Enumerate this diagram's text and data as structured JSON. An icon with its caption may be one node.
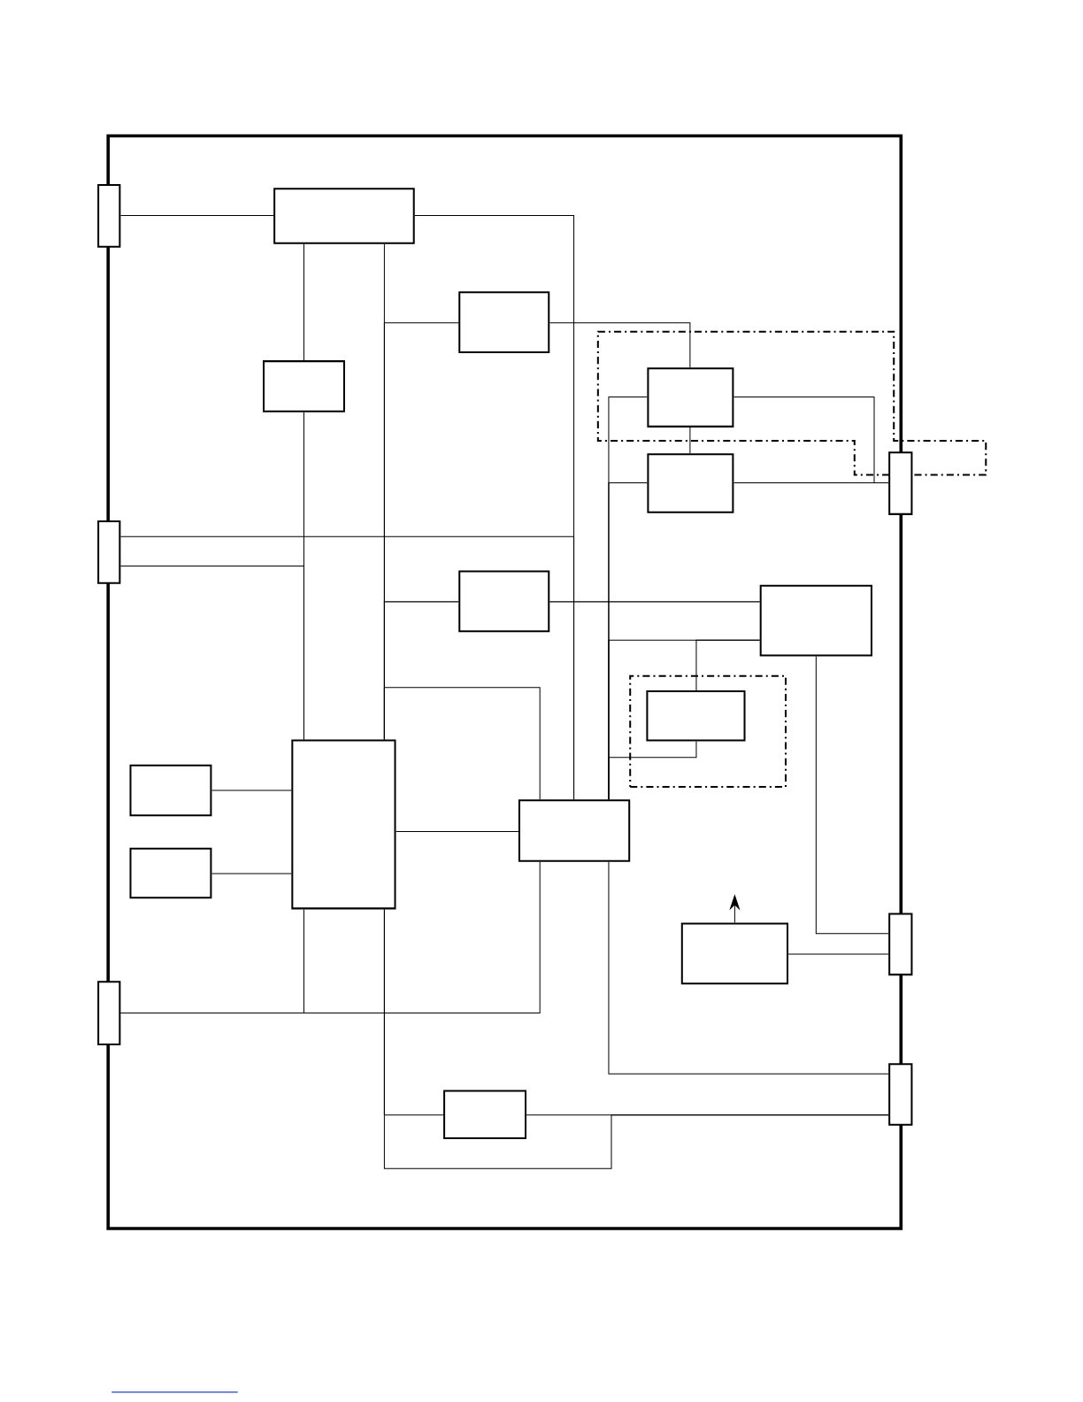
{
  "diagram": {
    "nodes": [
      {
        "text": [],
        "shape": "box"
      },
      {
        "text": [],
        "shape": "box"
      },
      {
        "text": [],
        "shape": "box"
      },
      {
        "text": [],
        "shape": "box"
      },
      {
        "text": [],
        "shape": "box"
      },
      {
        "text": [],
        "shape": "box"
      },
      {
        "text": [],
        "shape": "polygon"
      },
      {
        "text": [],
        "shape": "box",
        "in": 6
      },
      {
        "text": [],
        "shape": "box"
      },
      {
        "text": [],
        "shape": "box"
      },
      {
        "text": [],
        "shape": "box"
      },
      {
        "text": [],
        "shape": "box"
      },
      {
        "text": [],
        "shape": "box"
      },
      {
        "text": [],
        "shape": "box",
        "in": 12
      },
      {
        "text": [],
        "shape": "box"
      },
      {
        "text": [],
        "shape": "box"
      },
      {
        "text": [],
        "shape": "box"
      },
      {
        "text": [],
        "shape": "box"
      },
      {
        "text": [],
        "shape": "box"
      },
      {
        "text": [],
        "shape": "box"
      },
      {
        "text": [],
        "shape": "box"
      },
      {
        "text": [],
        "shape": "box"
      }
    ],
    "edges": [
      {
        "from": 0,
        "to": 3,
        "arrow": "none"
      },
      {
        "from": 3,
        "to": 17,
        "arrow": "none"
      },
      {
        "from": 1,
        "to": 17,
        "arrow": "none"
      },
      {
        "from": 1,
        "to": 16,
        "arrow": "none"
      },
      {
        "from": 3,
        "to": 5,
        "arrow": "none"
      },
      {
        "from": 5,
        "to": 16,
        "arrow": "none"
      },
      {
        "from": 3,
        "to": 16,
        "arrow": "none"
      },
      {
        "from": 16,
        "to": 4,
        "arrow": "none"
      },
      {
        "from": 16,
        "to": 10,
        "arrow": "none"
      },
      {
        "from": 16,
        "to": 17,
        "arrow": "none"
      },
      {
        "from": 16,
        "to": 17,
        "arrow": "none"
      },
      {
        "from": 4,
        "to": 7,
        "arrow": "none"
      },
      {
        "from": 10,
        "to": 11,
        "arrow": "none"
      },
      {
        "from": 7,
        "to": 8,
        "arrow": "none"
      },
      {
        "from": 7,
        "to": 9,
        "arrow": "none"
      },
      {
        "from": 8,
        "to": 9,
        "arrow": "none"
      },
      {
        "from": 7,
        "to": 17,
        "arrow": "none"
      },
      {
        "from": 17,
        "to": 20,
        "arrow": "none"
      },
      {
        "from": 8,
        "to": 17,
        "arrow": "none"
      },
      {
        "from": 11,
        "to": 17,
        "arrow": "none"
      },
      {
        "from": 11,
        "to": 13,
        "arrow": "none"
      },
      {
        "from": 13,
        "to": 17,
        "arrow": "none"
      },
      {
        "from": 11,
        "to": 19,
        "arrow": "none"
      },
      {
        "from": 18,
        "to": 19,
        "arrow": "none"
      },
      {
        "from": 18,
        "to": null,
        "arrow": "to"
      },
      {
        "from": 14,
        "to": 16,
        "arrow": "none"
      },
      {
        "from": 15,
        "to": 16,
        "arrow": "none"
      },
      {
        "from": 2,
        "to": 16,
        "arrow": "none"
      },
      {
        "from": 2,
        "to": 17,
        "arrow": "none"
      },
      {
        "from": 16,
        "to": 21,
        "arrow": "none"
      },
      {
        "from": 21,
        "to": 20,
        "arrow": "none"
      },
      {
        "from": 16,
        "to": 20,
        "arrow": "none"
      }
    ]
  }
}
